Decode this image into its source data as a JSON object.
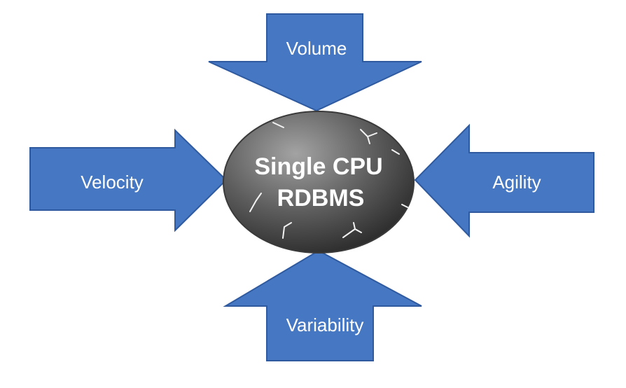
{
  "arrows": {
    "top_label": "Volume",
    "left_label": "Velocity",
    "right_label": "Agility",
    "bottom_label": "Variability"
  },
  "core": {
    "line1": "Single CPU",
    "line2": "RDBMS"
  },
  "colors": {
    "arrow_fill": "#4577c2",
    "arrow_stroke": "#2f5aa0",
    "core_light": "#9a9a9a",
    "core_dark": "#2f2f2f",
    "text": "#ffffff"
  },
  "icons": {
    "core_texture": "crack-marks"
  }
}
